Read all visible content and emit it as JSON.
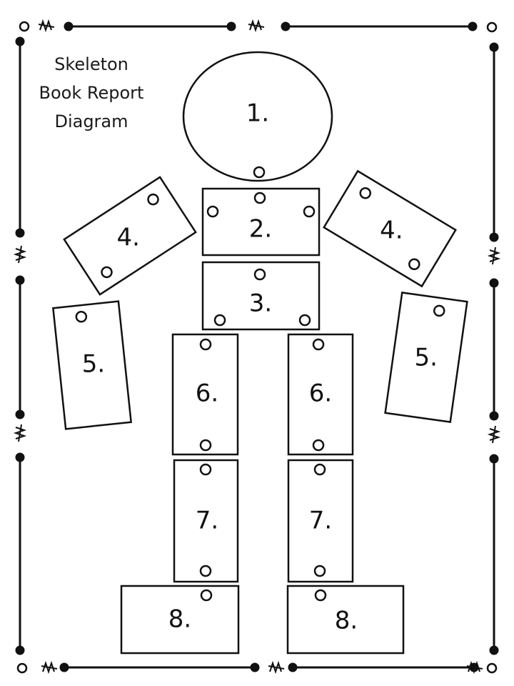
{
  "title": {
    "lines": [
      "Skeleton",
      "Book Report",
      "Diagram"
    ],
    "color": "#1a1a1a"
  },
  "parts": [
    {
      "id": "head",
      "label": "1."
    },
    {
      "id": "chest",
      "label": "2."
    },
    {
      "id": "abdomen",
      "label": "3."
    },
    {
      "id": "upper-arm-left",
      "label": "4."
    },
    {
      "id": "upper-arm-right",
      "label": "4."
    },
    {
      "id": "forearm-left",
      "label": "5."
    },
    {
      "id": "forearm-right",
      "label": "5."
    },
    {
      "id": "thigh-left",
      "label": "6."
    },
    {
      "id": "thigh-right",
      "label": "6."
    },
    {
      "id": "shin-left",
      "label": "7."
    },
    {
      "id": "shin-right",
      "label": "7."
    },
    {
      "id": "foot-left",
      "label": "8."
    },
    {
      "id": "foot-right",
      "label": "8."
    }
  ],
  "colors": {
    "line": "#111111",
    "background": "#ffffff"
  }
}
